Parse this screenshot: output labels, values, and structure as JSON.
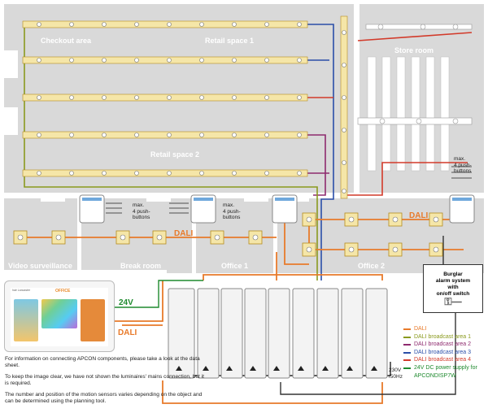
{
  "rooms": {
    "checkout": "Checkout area",
    "retail1": "Retail space 1",
    "retail2": "Retail space 2",
    "store": "Store room",
    "video": "Video surveillance",
    "break": "Break room",
    "office1": "Office 1",
    "office2": "Office 2"
  },
  "labels": {
    "max_push_1": "max.",
    "max_push_2": "4 push-",
    "max_push_3": "buttons",
    "dali_row": "DALI",
    "dali_office2": "DALI",
    "dali_tablet": "DALI",
    "v24": "24V",
    "mains_1": "230V",
    "mains_2": "/50Hz",
    "tablet_title": "OFFICE",
    "tablet_brand": "hair Lancaster"
  },
  "alarm": {
    "line1": "Burglar",
    "line2": "alarm system",
    "line3": "with",
    "line4": "on/off switch"
  },
  "notes": [
    "For information on connecting APCON components, please take a look at the data sheet.",
    "To keep the image clear, we have not shown the luminaires' mains connection, but it is required.",
    "The number and position of the motion sensors varies depending on the object and can be determined using the planning tool."
  ],
  "legend": [
    {
      "label": "DALI",
      "color": "#e87a2a"
    },
    {
      "label": "DALI broadcast area 1",
      "color": "#8a9a1e"
    },
    {
      "label": "DALI broadcast area 2",
      "color": "#8e2a6e"
    },
    {
      "label": "DALI broadcast area 3",
      "color": "#2a4ea8"
    },
    {
      "label": "DALI broadcast area 4",
      "color": "#d23a2a"
    },
    {
      "label": "24V DC power supply for APCONDISP7W",
      "color": "#1e8a2e"
    }
  ],
  "colors": {
    "dali": "#e87a2a",
    "area1": "#8a9a1e",
    "area2": "#8e2a6e",
    "area3": "#2a4ea8",
    "area4": "#d23a2a",
    "v24": "#1e8a2e",
    "room": "#d9d9d9",
    "luminaire": "#f5e6a8"
  }
}
